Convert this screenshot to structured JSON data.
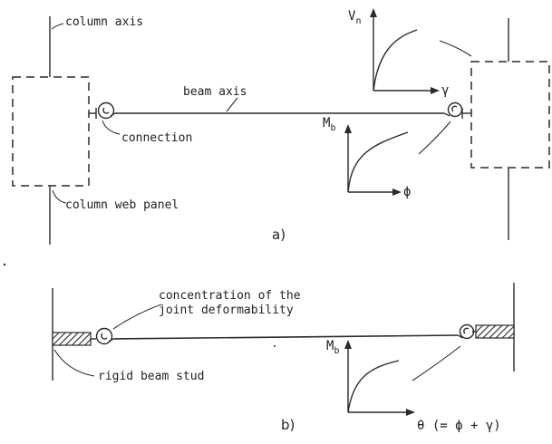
{
  "part_a": {
    "caption": "a)",
    "labels": {
      "column_axis": "column axis",
      "beam_axis": "beam axis",
      "connection": "connection",
      "column_web_panel": "column web panel"
    },
    "shear_curve": {
      "y_symbol": "V",
      "y_subscript": "n",
      "x_symbol": "γ"
    },
    "moment_curve": {
      "y_symbol": "M",
      "y_subscript": "b",
      "x_symbol": "ϕ"
    }
  },
  "part_b": {
    "caption": "b)",
    "labels": {
      "concentration_line1": "concentration of the",
      "concentration_line2": "joint deformability",
      "rigid_beam_stud": "rigid beam stud"
    },
    "moment_curve": {
      "y_symbol": "M",
      "y_subscript": "b",
      "x_label": "θ (= ϕ + γ)"
    }
  },
  "colors": {
    "ink": "#2a2a2a",
    "background": "#ffffff"
  }
}
